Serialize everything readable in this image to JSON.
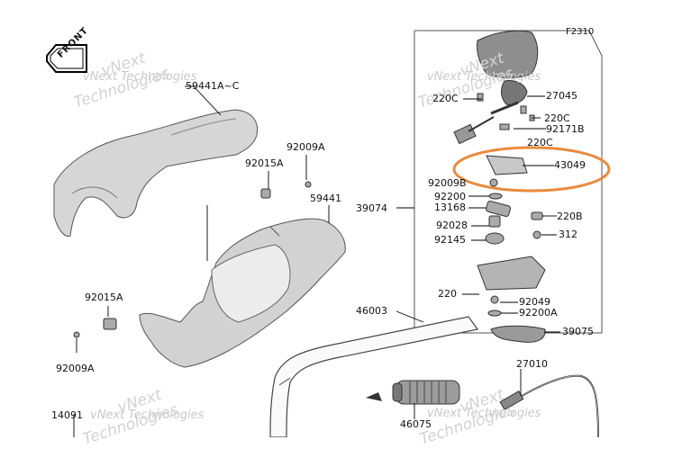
{
  "figure_id": "F2310",
  "front_label": "FRONT",
  "watermarks": {
    "text_top": "vNext",
    "text_brand": "vNext Technologies",
    "text_bottom": "Technologies"
  },
  "parts": [
    {
      "id": "p59441AC",
      "label": "59441A~C"
    },
    {
      "id": "p92009A_top",
      "label": "92009A"
    },
    {
      "id": "p92015A_top",
      "label": "92015A"
    },
    {
      "id": "p59441",
      "label": "59441"
    },
    {
      "id": "p92015A_bot",
      "label": "92015A"
    },
    {
      "id": "p92009A_bot",
      "label": "92009A"
    },
    {
      "id": "p46003",
      "label": "46003"
    },
    {
      "id": "p14091",
      "label": "14091"
    },
    {
      "id": "p39074",
      "label": "39074"
    },
    {
      "id": "p220C_a",
      "label": "220C"
    },
    {
      "id": "p27045",
      "label": "27045"
    },
    {
      "id": "p220C_b",
      "label": "220C"
    },
    {
      "id": "p92171B",
      "label": "92171B"
    },
    {
      "id": "p220C_c",
      "label": "220C"
    },
    {
      "id": "p43049",
      "label": "43049"
    },
    {
      "id": "p92009B",
      "label": "92009B"
    },
    {
      "id": "p92200",
      "label": "92200"
    },
    {
      "id": "p13168",
      "label": "13168"
    },
    {
      "id": "p220B",
      "label": "220B"
    },
    {
      "id": "p92028",
      "label": "92028"
    },
    {
      "id": "p312",
      "label": "312"
    },
    {
      "id": "p92145",
      "label": "92145"
    },
    {
      "id": "p220",
      "label": "220"
    },
    {
      "id": "p92049",
      "label": "92049"
    },
    {
      "id": "p92200A",
      "label": "92200A"
    },
    {
      "id": "p39075",
      "label": "39075"
    },
    {
      "id": "p27010",
      "label": "27010"
    },
    {
      "id": "p46075",
      "label": "46075"
    }
  ],
  "highlight_color": "#ea8a3c"
}
